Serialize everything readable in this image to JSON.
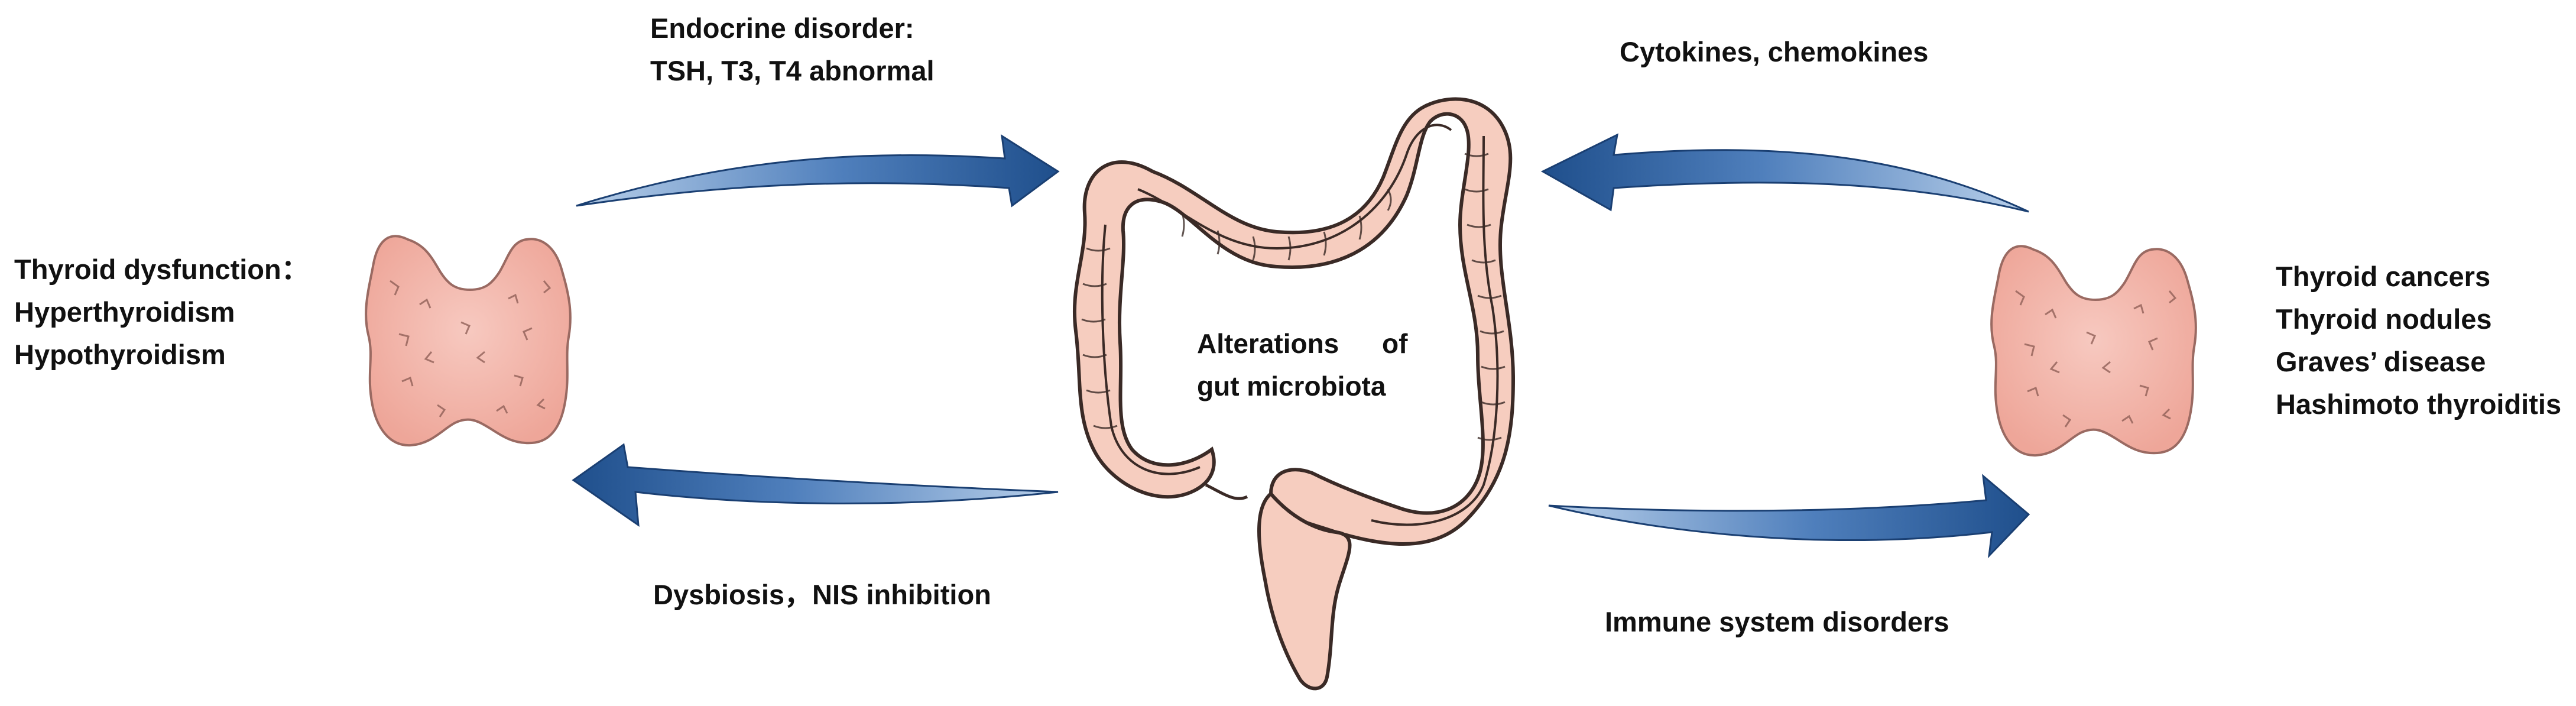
{
  "left_panel": {
    "title": "Thyroid dysfunction：",
    "items": [
      "Hyperthyroidism",
      "Hypothyroidism"
    ]
  },
  "right_panel": {
    "items": [
      "Thyroid cancers",
      "Thyroid nodules",
      "Graves’ disease",
      "Hashimoto thyroiditis"
    ]
  },
  "center": {
    "line1": "Alterations of",
    "line2": "gut microbiota"
  },
  "arrows": {
    "top_left": {
      "line1": "Endocrine disorder:",
      "line2": "TSH, T3, T4 abnormal"
    },
    "bottom_left": "Dysbiosis，NIS inhibition",
    "top_right": "Cytokines, chemokines",
    "bottom_right": "Immune system disorders"
  },
  "colors": {
    "arrow_dark": "#1f4f8c",
    "arrow_light": "#b9d0ea",
    "thyroid_fill": "#f2b7ad",
    "thyroid_stroke": "#9a6a62",
    "gut_fill": "#f6cdbf",
    "gut_stroke": "#3a2a26"
  },
  "icons": [
    "thyroid-gland-icon",
    "large-intestine-icon",
    "curved-arrow-icon"
  ]
}
